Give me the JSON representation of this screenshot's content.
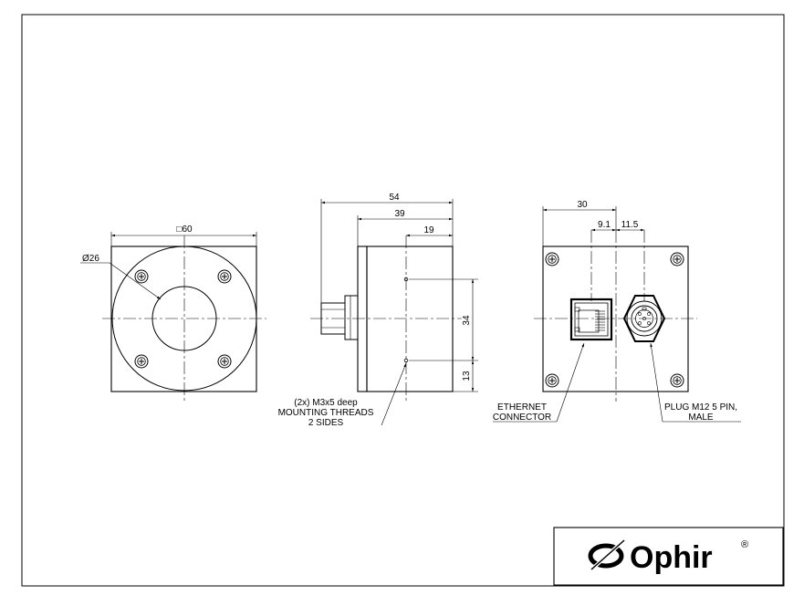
{
  "front_view": {
    "dim_width": "□60",
    "dim_diameter": "Ø26"
  },
  "side_view": {
    "dim_overall": "54",
    "dim_body": "39",
    "dim_thread_pos": "19",
    "dim_height": "34",
    "dim_thread_height": "13",
    "note_line1": "(2x) M3x5 deep",
    "note_line2": "MOUNTING THREADS",
    "note_line3": "2 SIDES"
  },
  "back_view": {
    "dim_ethernet_pos": "30",
    "dim_gap": "9.1",
    "dim_plug_offset": "11.5",
    "ethernet_line1": "ETHERNET",
    "ethernet_line2": "CONNECTOR",
    "plug_line1": "PLUG M12 5 PIN,",
    "plug_line2": "MALE"
  },
  "title_block": {
    "brand": "Ophir",
    "registered_mark": "®"
  }
}
